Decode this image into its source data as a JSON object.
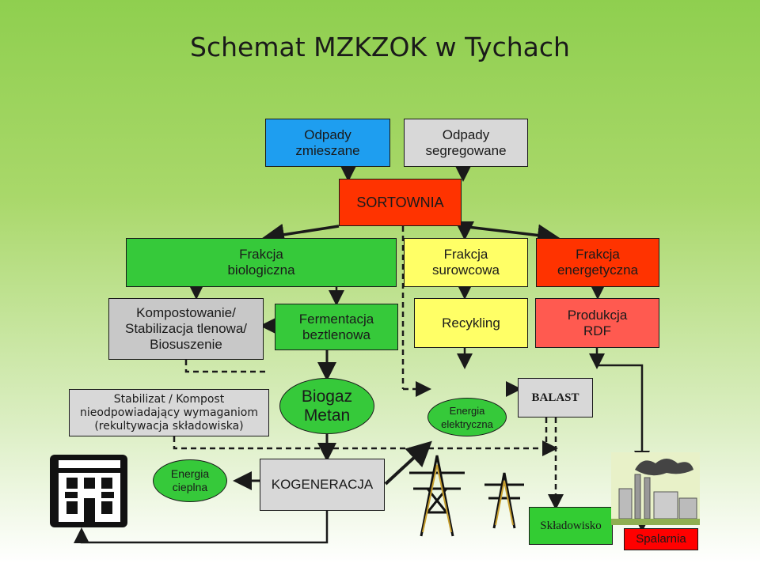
{
  "title": "Schemat MZKZOK w Tychach",
  "nodes": {
    "odpady_zmieszane": "Odpady\nzmieszane",
    "odpady_segregowane": "Odpady\nsegregowane",
    "sortownia": "SORTOWNIA",
    "frakcja_biologiczna": "Frakcja\nbiologiczna",
    "frakcja_surowcowa": "Frakcja\nsurowcowa",
    "frakcja_energetyczna": "Frakcja\nenergetyczna",
    "kompostowanie": "Kompostowanie/\nStabilizacja tlenowa/\nBiosuszenie",
    "fermentacja": "Fermentacja\nbeztlenowa",
    "recykling": "Recykling",
    "produkcja_rdf": "Produkcja\nRDF",
    "stabilizat": "Stabilizat / Kompost\nnieodpowiadający wymaganiom\n(rekultywacja składowiska)",
    "biogaz": "Biogaz\nMetan",
    "energia_elektryczna": "Energia\nelektryczna",
    "balast": "BALAST",
    "energia_cieplna": "Energia\ncieplna",
    "kogeneracja": "KOGENERACJA",
    "skladowisko": "Składowisko",
    "spalarnia": "Spalarnia"
  },
  "colors": {
    "blue": "#1e9ef0",
    "green": "#36c93a",
    "yellow": "#ffff66",
    "orange_red": "#ff3300",
    "red_light": "#ff5a50",
    "gray": "#c8c8c8",
    "gray_light": "#d8d8d8",
    "green_box": "#33cc33",
    "red": "#ff0000"
  }
}
